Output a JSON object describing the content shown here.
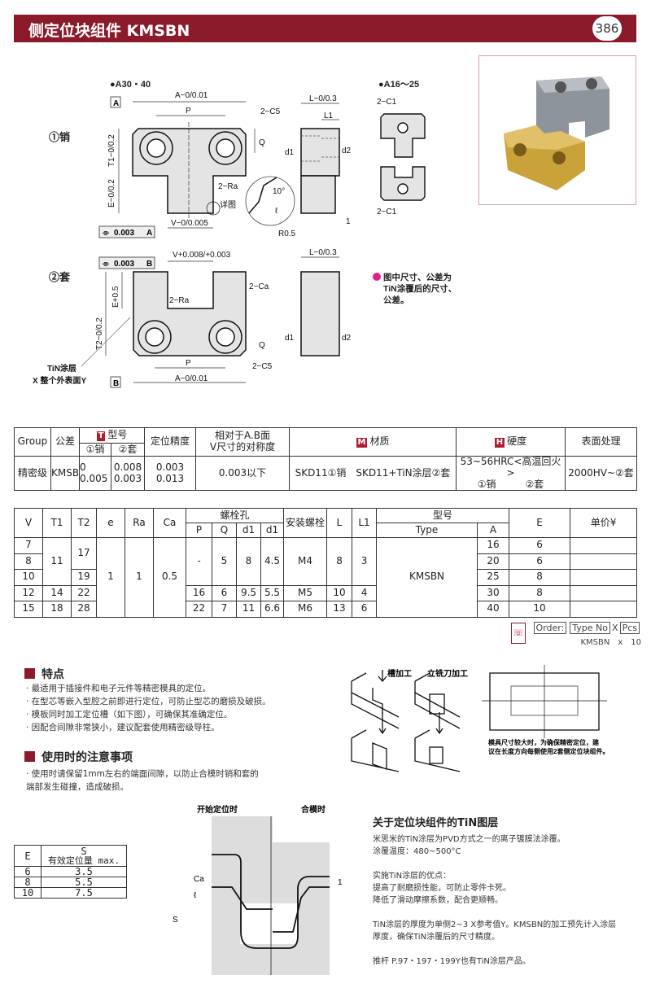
{
  "header": {
    "title": "侧定位块组件 KMSBN",
    "page_number": "386"
  },
  "drawings": {
    "variant_large": "●A30・40",
    "variant_small": "●A16～25",
    "pin_label": "①销",
    "sleeve_label": "②套",
    "dim_A": "A−0/0.01",
    "dim_P": "P",
    "dim_2C5": "2−C5",
    "dim_Q": "Q",
    "dim_T1": "T1−0/0.2",
    "dim_E": "E−0/0.2",
    "dim_2Ra": "2−Ra",
    "dim_detail": "详图",
    "dim_10deg": "10°",
    "dim_l": "ℓ",
    "dim_R05": "R0.5",
    "dim_V_pin": "V−0/0.005",
    "dim_L": "L−0/0.3",
    "dim_L1": "L1",
    "dim_d1": "d1",
    "dim_d2": "d2",
    "dim_1": "1",
    "dim_2C1": "2−C1",
    "datum_A": "A",
    "datum_B": "B",
    "flatness_value": "0.003",
    "flatness_symbol": "⌯",
    "dim_V_sleeve": "V+0.008/+0.003",
    "dim_E05": "E+0.5",
    "dim_T2": "T2−0/0.2",
    "dim_2Ca": "2−Ca",
    "tin_coating_line1": "TiN涂层",
    "tin_coating_line2": "X 整个外表面Y",
    "note": [
      "图中尺寸、公差为",
      "TiN涂覆后的尺寸、",
      "公差。"
    ]
  },
  "spec_table": {
    "headers": {
      "group": "Group",
      "tolerance": "公差",
      "type": "型号",
      "type_badge": "T",
      "pin": "①销",
      "sleeve": "②套",
      "accuracy": "定位精度",
      "symmetry_l1": "相对于A.B面",
      "symmetry_l2": "V尺寸的对称度",
      "material": "材质",
      "material_badge": "M",
      "hardness": "硬度",
      "hardness_badge": "H",
      "surface": "表面处理"
    },
    "row": {
      "group": "精密级",
      "tolerance": "KMSB",
      "pin_l1": "0",
      "pin_l2": "0.005",
      "sleeve_l1": "0.008",
      "sleeve_l2": "0.003",
      "acc_l1": "0.003",
      "acc_l2": "0.013",
      "symmetry": "0.003以下",
      "material": "SKD11①销　SKD11+TiN涂层②套",
      "hardness_l1": "53~56HRC<高温回火>",
      "hardness_l2": "①销　　　②套",
      "surface": "2000HV~②套"
    }
  },
  "dim_table": {
    "headers": {
      "V": "V",
      "T1": "T1",
      "T2": "T2",
      "e": "e",
      "Ra": "Ra",
      "Ca": "Ca",
      "bolt_hole": "螺栓孔",
      "P": "P",
      "Q": "Q",
      "d1a": "d1",
      "d1b": "d1",
      "bolt": "安装螺栓",
      "L": "L",
      "L1": "L1",
      "model": "型号",
      "type": "Type",
      "A": "A",
      "E": "E",
      "price": "单价¥"
    },
    "V": [
      "7",
      "8",
      "10",
      "12",
      "15"
    ],
    "T1": [
      "11",
      "14",
      "18"
    ],
    "T2": [
      "17",
      "19",
      "22",
      "28"
    ],
    "e": "1",
    "Ra": "1",
    "Ca": "0.5",
    "P": [
      "-",
      "16",
      "22"
    ],
    "Q": [
      "5",
      "6",
      "7"
    ],
    "d1a": [
      "8",
      "9.5",
      "11"
    ],
    "d1b": [
      "4.5",
      "5.5",
      "6.6"
    ],
    "bolt": [
      "M4",
      "M5",
      "M6"
    ],
    "L": [
      "8",
      "10",
      "13"
    ],
    "L1": [
      "3",
      "4",
      "6"
    ],
    "type": "KMSBN",
    "A": [
      "16",
      "20",
      "25",
      "30",
      "40"
    ],
    "E": [
      "6",
      "6",
      "8",
      "8",
      "10"
    ]
  },
  "order": {
    "label": "Order:",
    "type_no": "Type No",
    "x": "X",
    "pcs": "Pcs",
    "example": "KMSBN　x　10"
  },
  "features": {
    "title": "特点",
    "items": [
      "· 最适用于插接件和电子元件等精密模具的定位。",
      "· 在型芯等嵌入型腔之前即进行定位，可防止型芯的磨损及破损。",
      "· 模板同时加工定位槽（如下图），可确保其准确定位。",
      "· 因配合间隙非常狭小，建议配套使用精密级导柱。"
    ]
  },
  "cautions": {
    "title": "使用时的注意事项",
    "lines": [
      "· 使用时请保留1mm左右的端面间隙，以防止合模时销和套的",
      "端部发生碰撞，造成破损。"
    ]
  },
  "process": {
    "groove": "槽加工",
    "endmill": "立铣刀加工",
    "large_note": [
      "模具尺寸较大时，为确保精密定位，建",
      "议在长度方向每侧使用2套侧定位块组件。"
    ]
  },
  "stroke": {
    "start": "开始定位时",
    "closed": "合模时",
    "Ca": "Ca",
    "l": "ℓ",
    "S": "S",
    "one": "1"
  },
  "s_table": {
    "col_E": "E",
    "col_S": "S",
    "col_S_sub": "有效定位量 max.",
    "rows": [
      [
        "6",
        "3.5"
      ],
      [
        "8",
        "5.5"
      ],
      [
        "10",
        "7.5"
      ]
    ]
  },
  "tin": {
    "title": "关于定位块组件的TiN图层",
    "lines": [
      "米思米的TiN涂层为PVD方式之一的离子镀膜法涂覆。",
      "涂覆温度：480~500°C",
      "",
      "实施TiN涂层的优点：",
      "提高了耐磨损性能，可防止零件卡死。",
      "降低了滑动摩擦系数，配合更顺畅。",
      "",
      "TiN涂层的厚度为单侧2~3 X参考值Y。KMSBN的加工预先计入涂层",
      "厚度，确保TiN涂覆后的尺寸精度。",
      "",
      "推杆 P.97・197・199Y也有TiN涂层产品。"
    ]
  },
  "colors": {
    "brand": "#8b1a2b",
    "badge": "#b01c32",
    "note_icon": "#e0208a",
    "part_fill": "#e4e4e4",
    "gold": "#c9a23a"
  }
}
